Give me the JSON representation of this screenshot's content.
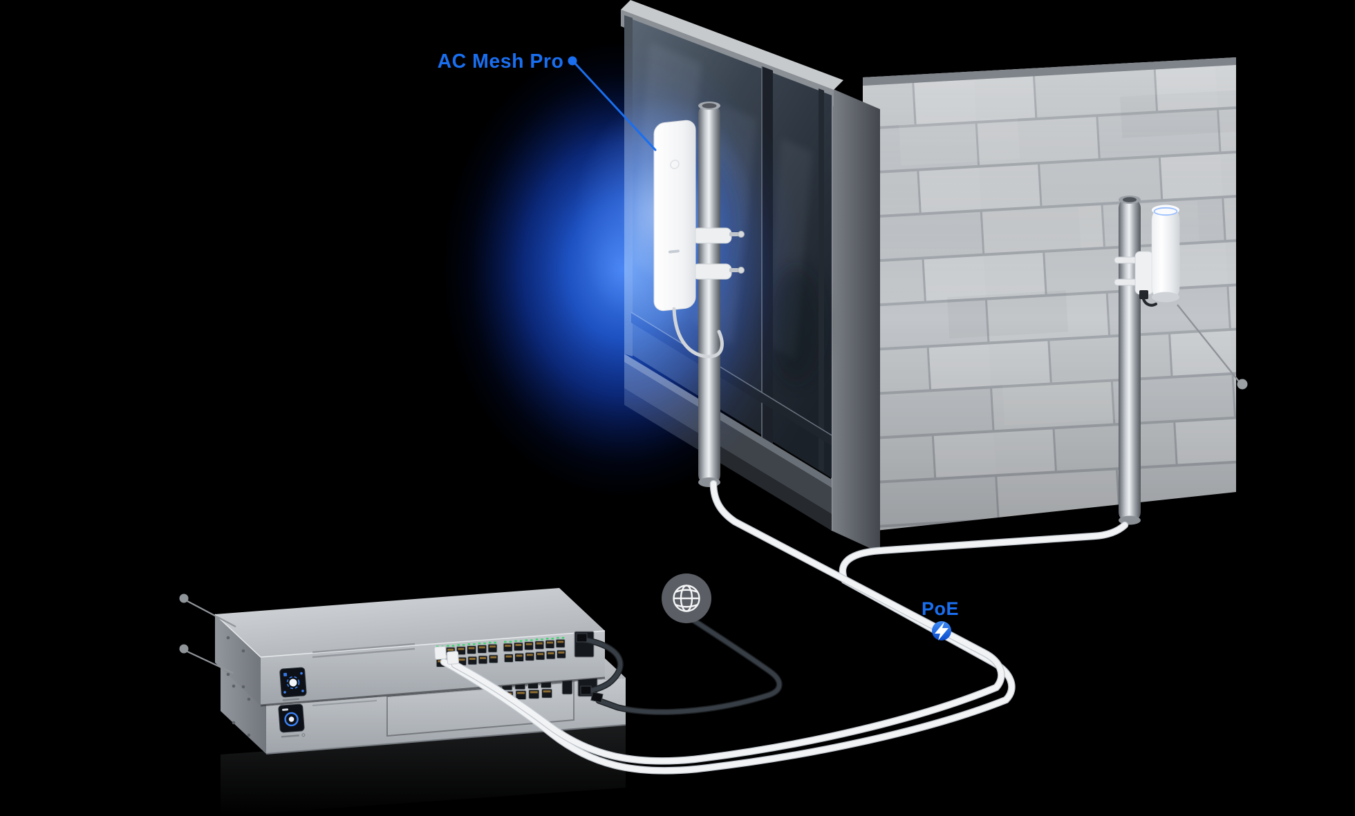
{
  "page": {
    "background": "#000000"
  },
  "labels": {
    "mesh_ap": "AC Mesh Pro",
    "poe": "PoE"
  },
  "icons": {
    "globe": "globe-icon",
    "lightning_bolt": "lightning-bolt-icon",
    "leader_dot": "leader-dot"
  },
  "colors": {
    "label_blue": "#1a6ff0",
    "poe_badge_blue": "#0d55d4",
    "glow_blue": "#1c53e6",
    "globe_circle_gray": "#5b5e65",
    "cable_white": "#f1f3f5",
    "cable_black": "#33383e",
    "stone_wall": "#c6cacd",
    "glass_wall": "#39434f",
    "device_silver": "#c3c7cb",
    "port_led_green": "#3fd571"
  },
  "devices": {
    "switch": {
      "rj45_ports": 24,
      "port_columns": 12,
      "port_rows": 2,
      "sfp_ports": 1,
      "white_cables_connected": 2
    },
    "gateway": {
      "rj45_ports": 8,
      "port_columns": 4,
      "port_rows": 2,
      "wan_ports": 1,
      "sfp_ports": 1
    }
  }
}
